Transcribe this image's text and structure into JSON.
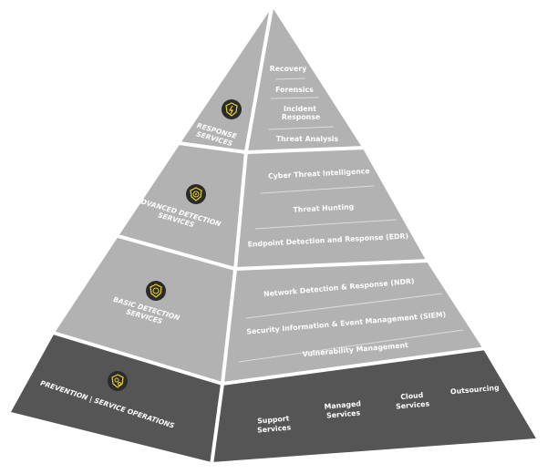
{
  "colors": {
    "tier_light": "#b2b2b2",
    "tier_dark": "#555555",
    "icon_bg": "#2b2b2b",
    "icon_accent": "#e8d21d",
    "text": "#ffffff"
  },
  "tiers": [
    {
      "name": "RESPONSE SERVICES",
      "line1": "RESPONSE",
      "line2": "SERVICES",
      "icon": "shield-lightning-icon",
      "items": [
        "Recovery",
        "Forensics",
        "Incident",
        "Response",
        "Threat Analysis"
      ]
    },
    {
      "name": "ADVANCED DETECTION SERVICES",
      "line1": "ADVANCED DETECTION",
      "line2": "SERVICES",
      "icon": "shield-target-icon",
      "items": [
        "Cyber Threat Intelligence",
        "Threat Hunting",
        "Endpoint Detection and Response (EDR)"
      ]
    },
    {
      "name": "BASIC DETECTION SERVICES",
      "line1": "BASIC DETECTION",
      "line2": "SERVICES",
      "icon": "shield-search-icon",
      "items": [
        "Network Detection & Response (NDR)",
        "Security Information & Event Management (SIEM)",
        "Vulnerability Management"
      ]
    },
    {
      "name": "PREVENTION | SERVICE OPERATIONS",
      "line1": "PREVENTION | SERVICE OPERATIONS",
      "icon": "shield-gears-icon",
      "items": [
        [
          "Support",
          "Services"
        ],
        [
          "Managed",
          "Services"
        ],
        [
          "Cloud",
          "Services"
        ],
        [
          "Outsourcing"
        ]
      ]
    }
  ]
}
